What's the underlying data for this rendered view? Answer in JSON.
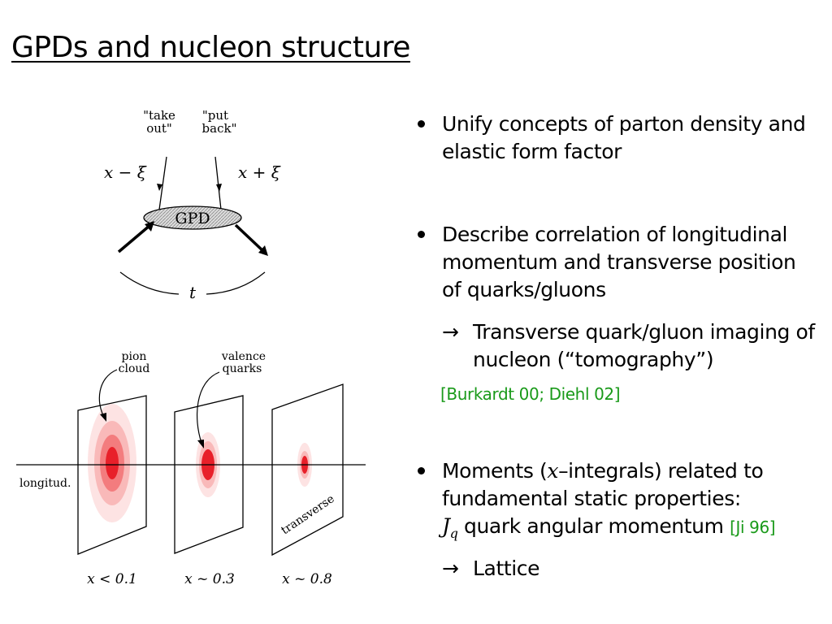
{
  "slide": {
    "title": "GPDs and nucleon structure"
  },
  "top_diagram": {
    "take_out_line1": "\"take",
    "take_out_line2": "out\"",
    "put_back_line1": "\"put",
    "put_back_line2": "back\"",
    "left_momentum": "x − ξ",
    "right_momentum": "x + ξ",
    "blob_label": "GPD",
    "momentum_transfer": "t"
  },
  "bottom_diagram": {
    "pion_cloud_line1": "pion",
    "pion_cloud_line2": "cloud",
    "valence_line1": "valence",
    "valence_line2": "quarks",
    "longitudinal_label": "longitud.",
    "transverse_label": "transverse",
    "x_labels": [
      "x < 0.1",
      "x ~ 0.3",
      "x ~ 0.8"
    ],
    "blob_color": "#e8202a"
  },
  "bullets": [
    {
      "text": "Unify concepts of parton density and elastic form factor"
    },
    {
      "text": "Describe correlation of longitudinal momentum and transverse position of quarks/gluons",
      "sub_arrow": "→",
      "sub_text": "Transverse quark/gluon imaging of nucleon (“tomography”)",
      "citation": "[Burkardt 00; Diehl 02]"
    },
    {
      "line1": "Moments (",
      "line1_math": "x",
      "line1_rest": "–integrals) related to",
      "line2": "fundamental static properties:",
      "line3_math": "J",
      "line3_sub": "q",
      "line3_text": " quark angular momentum ",
      "citation": "[Ji 96]",
      "sub_arrow": "→",
      "sub_text": "Lattice"
    }
  ],
  "colors": {
    "citation": "#1a9a1a",
    "blob_red": "#e8202a"
  }
}
